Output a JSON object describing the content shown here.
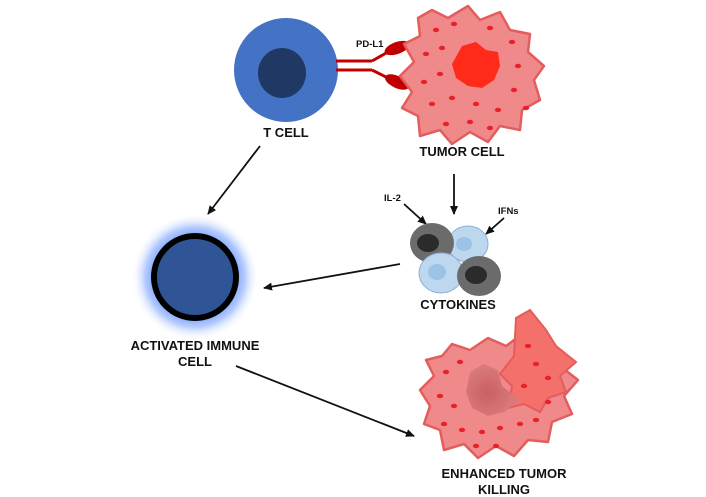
{
  "labels": {
    "t_cell": "T CELL",
    "tumor_cell": "TUMOR CELL",
    "pd_l1": "PD-L1",
    "il_2": "IL-2",
    "ifns": "IFNs",
    "cytokines": "CYTOKINES",
    "activated_line1": "ACTIVATED IMMUNE",
    "activated_line2": "CELL",
    "enhanced_line1": "ENHANCED TUMOR",
    "enhanced_line2": "KILLING"
  },
  "colors": {
    "t_cell_body": "#4472c4",
    "t_cell_nucleus": "#1f3864",
    "tumor_body": "#f08a8a",
    "tumor_nucleus": "#ff2a1a",
    "tumor_dots": "#e8202a",
    "pd_l1": "#c00000",
    "cytokine_dark": "#6b6b6b",
    "cytokine_light": "#bdd7ee",
    "activated_glow": "#5b8cff",
    "activated_body": "#2f5597"
  }
}
